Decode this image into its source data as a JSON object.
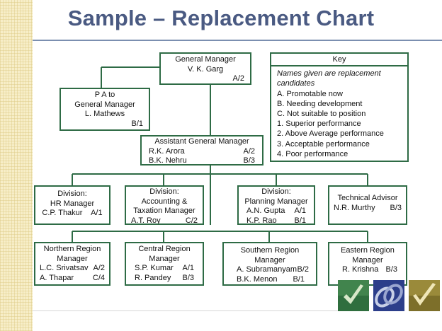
{
  "title": "Sample – Replacement Chart",
  "general_manager": {
    "role": "General Manager",
    "name": "V. K. Garg",
    "grade": "A/2"
  },
  "pa": {
    "role_line1": "P A to",
    "role_line2": "General Manager",
    "name": "L. Mathews",
    "grade": "B/1"
  },
  "assistant_gm": {
    "role": "Assistant General Manager",
    "candidates": [
      {
        "name": "R.K. Arora",
        "grade": "A/2"
      },
      {
        "name": "B.K. Nehru",
        "grade": "B/3"
      }
    ]
  },
  "key": {
    "header": "Key",
    "note": "Names given are replacement candidates",
    "items": [
      "A.  Promotable now",
      "B.  Needing development",
      "C.  Not suitable to position",
      "1.  Superior performance",
      "2.  Above Average performance",
      "3.  Acceptable performance",
      "4.  Poor performance"
    ]
  },
  "divisions": [
    {
      "line1": "Division:",
      "line2": "HR Manager",
      "name": "C.P. Thakur",
      "grade": "A/1"
    },
    {
      "line1": "Division:",
      "line2": "Accounting  &",
      "line3": "Taxation Manager",
      "name": "A.T. Roy",
      "grade": "C/2"
    },
    {
      "line1": "Division:",
      "line2": "Planning Manager",
      "candidates": [
        {
          "name": "A.N. Gupta",
          "grade": "A/1"
        },
        {
          "name": "K.P. Rao",
          "grade": "B/1"
        }
      ]
    },
    {
      "line1": "Technical Advisor",
      "name": "N.R. Murthy",
      "grade": "B/3"
    }
  ],
  "regions": [
    {
      "line1": "Northern Region",
      "line2": "Manager",
      "candidates": [
        {
          "name": "L.C. Srivatsav",
          "grade": "A/2"
        },
        {
          "name": "A. Thapar",
          "grade": "C/4"
        }
      ]
    },
    {
      "line1": "Central Region",
      "line2": "Manager",
      "candidates": [
        {
          "name": "S.P. Kumar",
          "grade": "A/1"
        },
        {
          "name": "R. Pandey",
          "grade": "B/3"
        }
      ]
    },
    {
      "line1": "Southern Region Manager",
      "candidates": [
        {
          "name": "A. Subramanyam",
          "grade": "B/2"
        },
        {
          "name": "B.K. Menon",
          "grade": "B/1"
        }
      ]
    },
    {
      "line1": "Eastern Region",
      "line2": "Manager",
      "candidates": [
        {
          "name": "R. Krishna",
          "grade": "B/3"
        }
      ]
    }
  ],
  "colors": {
    "box_border": "#2e6b45",
    "title": "#4a5a82",
    "stripe": "#f7eec8"
  }
}
